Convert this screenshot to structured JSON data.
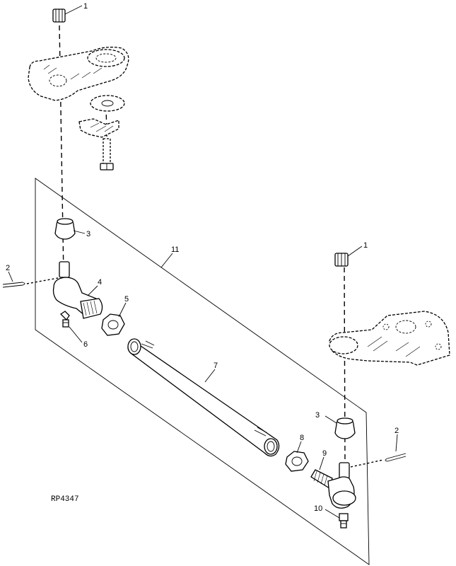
{
  "diagram": {
    "reference_code": "RP4347",
    "callouts": {
      "c1_top": "1",
      "c1_right": "1",
      "c2_left": "2",
      "c2_right": "2",
      "c3_left": "3",
      "c3_right": "3",
      "c4": "4",
      "c5": "5",
      "c6": "6",
      "c7": "7",
      "c8": "8",
      "c9": "9",
      "c10": "10",
      "c11": "11"
    }
  }
}
